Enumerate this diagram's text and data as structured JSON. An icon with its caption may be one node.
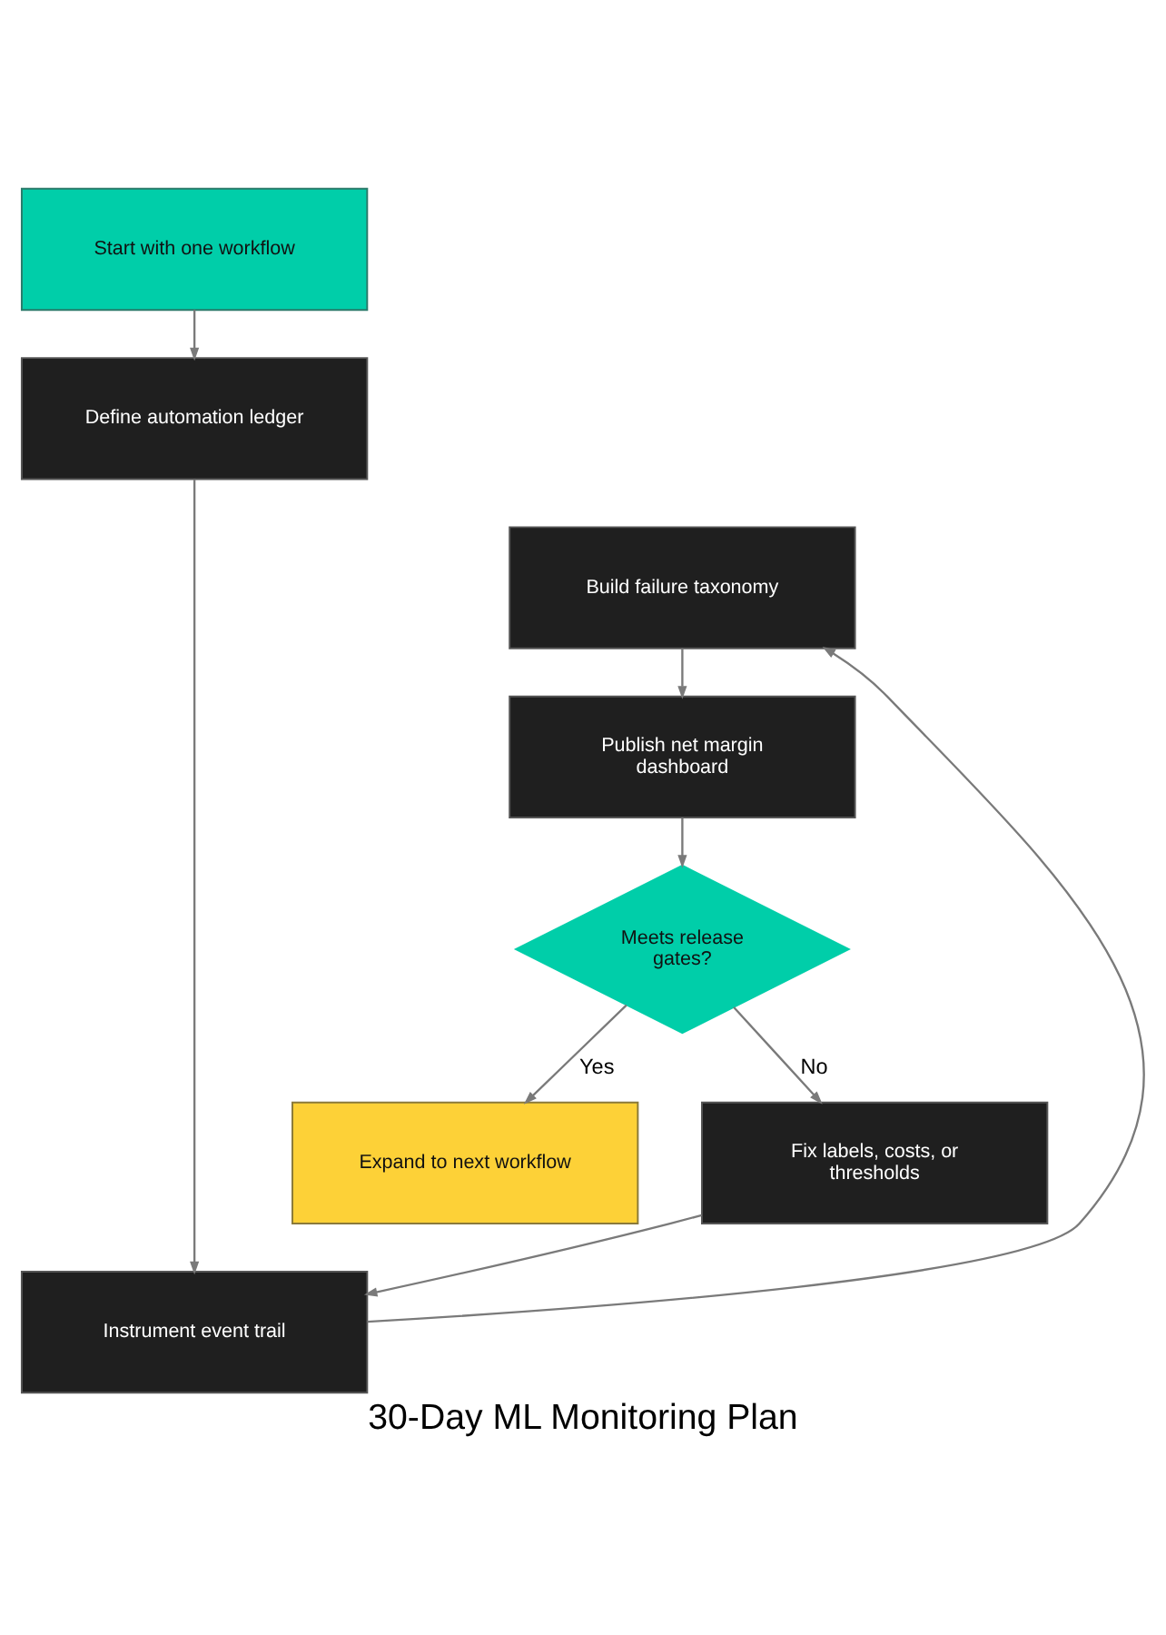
{
  "diagram": {
    "caption": "30-Day ML Monitoring Plan",
    "nodes": [
      {
        "text": [
          "Start with one workflow"
        ]
      },
      {
        "text": [
          "Define automation ledger"
        ]
      },
      {
        "text": [
          "Build failure taxonomy"
        ]
      },
      {
        "text": [
          "Publish net margin dashboard"
        ]
      },
      {
        "text": [
          "Meets release gates?"
        ]
      },
      {
        "text": [
          "Expand to next workflow"
        ]
      },
      {
        "text": [
          "Fix labels, costs, or thresholds"
        ]
      },
      {
        "text": [
          "Instrument event trail"
        ]
      }
    ],
    "edges": [
      {
        "from": 0,
        "to": 1,
        "arrow": "to"
      },
      {
        "from": 1,
        "to": 7,
        "arrow": "to"
      },
      {
        "from": 2,
        "to": 3,
        "arrow": "to"
      },
      {
        "from": 3,
        "to": 4,
        "arrow": "to"
      },
      {
        "from": 4,
        "to": 5,
        "arrow": "to",
        "label": "Yes"
      },
      {
        "from": 4,
        "to": 6,
        "arrow": "to",
        "label": "No"
      },
      {
        "from": 6,
        "to": 7,
        "arrow": "to"
      },
      {
        "from": 7,
        "to": 2,
        "arrow": "to"
      }
    ]
  }
}
